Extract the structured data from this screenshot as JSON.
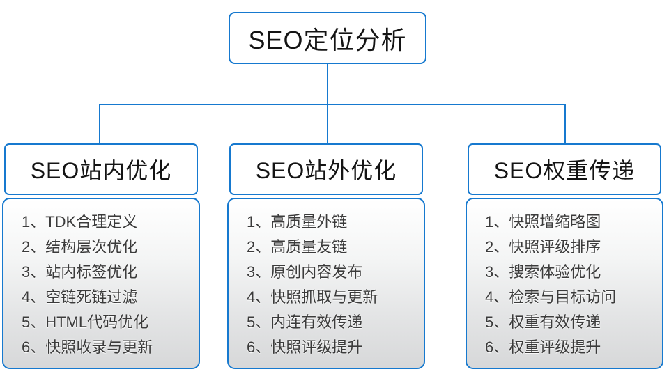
{
  "diagram": {
    "root": {
      "label": "SEO定位分析"
    },
    "columns": [
      {
        "title": "SEO站内优化",
        "items": [
          "1、TDK合理定义",
          "2、结构层次优化",
          "3、站内标签优化",
          "4、空链死链过滤",
          "5、HTML代码优化",
          "6、快照收录与更新"
        ]
      },
      {
        "title": "SEO站外优化",
        "items": [
          "1、高质量外链",
          "2、高质量友链",
          "3、原创内容发布",
          "4、快照抓取与更新",
          "5、内连有效传递",
          "6、快照评级提升"
        ]
      },
      {
        "title": "SEO权重传递",
        "items": [
          "1、快照增缩略图",
          "2、快照评级排序",
          "3、搜索体验优化",
          "4、检索与目标访问",
          "5、权重有效传递",
          "6、权重评级提升"
        ]
      }
    ],
    "colors": {
      "border_blue": "#1679cf",
      "panel_gradient_top": "#ffffff",
      "panel_gradient_bottom": "#d7d8d9",
      "title_text": "#141414",
      "item_text": "#3b3b3b"
    }
  }
}
